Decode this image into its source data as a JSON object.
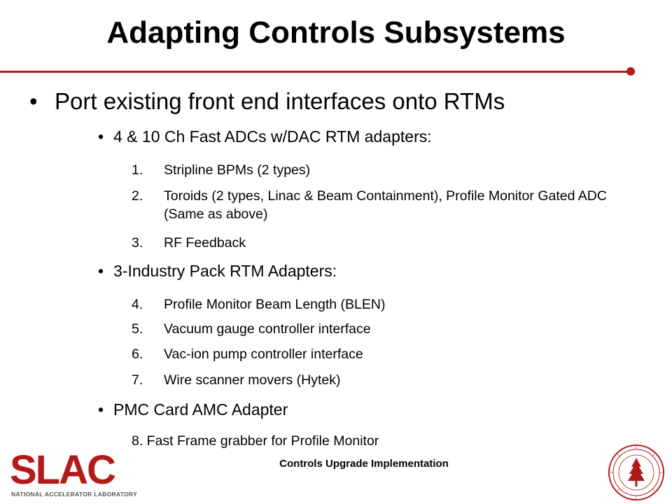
{
  "slide": {
    "title": "Adapting Controls Subsystems",
    "main_bullet": "Port existing front end interfaces onto RTMs",
    "groups": [
      {
        "heading": "4 & 10 Ch Fast ADCs w/DAC RTM adapters:",
        "items": [
          {
            "num": "1.",
            "text": "Stripline BPMs (2 types)"
          },
          {
            "num": "2.",
            "text": "Toroids (2 types, Linac & Beam Containment), Profile Monitor Gated ADC (Same as above)"
          },
          {
            "num": "3.",
            "text": "RF Feedback"
          }
        ]
      },
      {
        "heading": "3-Industry Pack RTM Adapters:",
        "items": [
          {
            "num": "4.",
            "text": "Profile Monitor Beam Length (BLEN)"
          },
          {
            "num": "5.",
            "text": "Vacuum gauge controller interface"
          },
          {
            "num": "6.",
            "text": "Vac-ion pump controller interface"
          },
          {
            "num": "7.",
            "text": "Wire scanner movers (Hytek)"
          }
        ]
      },
      {
        "heading": "PMC Card AMC Adapter",
        "items": [
          {
            "text": "8. Fast Frame grabber for Profile Monitor"
          }
        ]
      }
    ],
    "footer": "Controls Upgrade Implementation"
  },
  "logo": {
    "wordmark": "SLAC",
    "subtitle": "NATIONAL ACCELERATOR LABORATORY"
  },
  "colors": {
    "accent": "#b31b1b",
    "text": "#000000",
    "background": "#ffffff"
  },
  "icons": {
    "bullet": "bullet-dot",
    "seal": "stanford-seal-icon"
  }
}
